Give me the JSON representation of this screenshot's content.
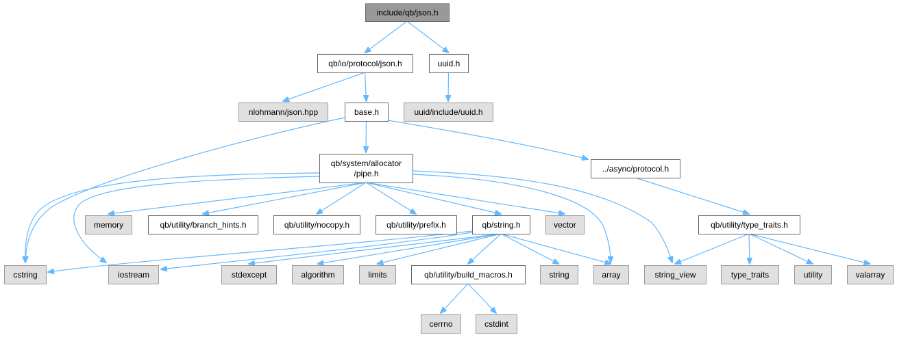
{
  "colors": {
    "root_fill": "#999999",
    "local_fill": "#ffffff",
    "external_fill": "#e0e0e0",
    "border": "#666666",
    "external_border": "#999999",
    "edge": "#63b8ff"
  },
  "nodes": {
    "root": {
      "label": "include/qb/json.h",
      "kind": "root"
    },
    "io_json": {
      "label": "qb/io/protocol/json.h",
      "kind": "local"
    },
    "uuid": {
      "label": "uuid.h",
      "kind": "local"
    },
    "nlohmann": {
      "label": "nlohmann/json.hpp",
      "kind": "external"
    },
    "base": {
      "label": "base.h",
      "kind": "local"
    },
    "uuid_inc": {
      "label": "uuid/include/uuid.h",
      "kind": "external"
    },
    "pipe": {
      "label": "qb/system/allocator\n/pipe.h",
      "kind": "local"
    },
    "async_proto": {
      "label": "../async/protocol.h",
      "kind": "local"
    },
    "memory": {
      "label": "memory",
      "kind": "external"
    },
    "branch_hints": {
      "label": "qb/utility/branch_hints.h",
      "kind": "local"
    },
    "nocopy": {
      "label": "qb/utility/nocopy.h",
      "kind": "local"
    },
    "prefix": {
      "label": "qb/utility/prefix.h",
      "kind": "local"
    },
    "qbstring": {
      "label": "qb/string.h",
      "kind": "local"
    },
    "vector": {
      "label": "vector",
      "kind": "external"
    },
    "type_traits_h": {
      "label": "qb/utility/type_traits.h",
      "kind": "local"
    },
    "cstring": {
      "label": "cstring",
      "kind": "external"
    },
    "iostream": {
      "label": "iostream",
      "kind": "external"
    },
    "stdexcept": {
      "label": "stdexcept",
      "kind": "external"
    },
    "algorithm": {
      "label": "algorithm",
      "kind": "external"
    },
    "limits": {
      "label": "limits",
      "kind": "external"
    },
    "build_macros": {
      "label": "qb/utility/build_macros.h",
      "kind": "local"
    },
    "string": {
      "label": "string",
      "kind": "external"
    },
    "array": {
      "label": "array",
      "kind": "external"
    },
    "string_view": {
      "label": "string_view",
      "kind": "external"
    },
    "type_traits": {
      "label": "type_traits",
      "kind": "external"
    },
    "utility": {
      "label": "utility",
      "kind": "external"
    },
    "valarray": {
      "label": "valarray",
      "kind": "external"
    },
    "cerrno": {
      "label": "cerrno",
      "kind": "external"
    },
    "cstdint": {
      "label": "cstdint",
      "kind": "external"
    }
  },
  "edges": [
    [
      "root",
      "io_json"
    ],
    [
      "root",
      "uuid"
    ],
    [
      "io_json",
      "nlohmann"
    ],
    [
      "io_json",
      "base"
    ],
    [
      "uuid",
      "uuid_inc"
    ],
    [
      "base",
      "pipe"
    ],
    [
      "base",
      "async_proto"
    ],
    [
      "base",
      "cstring"
    ],
    [
      "pipe",
      "memory"
    ],
    [
      "pipe",
      "branch_hints"
    ],
    [
      "pipe",
      "nocopy"
    ],
    [
      "pipe",
      "prefix"
    ],
    [
      "pipe",
      "qbstring"
    ],
    [
      "pipe",
      "vector"
    ],
    [
      "pipe",
      "array"
    ],
    [
      "pipe",
      "string_view"
    ],
    [
      "pipe",
      "cstring"
    ],
    [
      "pipe",
      "iostream"
    ],
    [
      "async_proto",
      "type_traits_h"
    ],
    [
      "qbstring",
      "cstring"
    ],
    [
      "qbstring",
      "iostream"
    ],
    [
      "qbstring",
      "stdexcept"
    ],
    [
      "qbstring",
      "algorithm"
    ],
    [
      "qbstring",
      "limits"
    ],
    [
      "qbstring",
      "build_macros"
    ],
    [
      "qbstring",
      "string"
    ],
    [
      "qbstring",
      "array"
    ],
    [
      "type_traits_h",
      "string_view"
    ],
    [
      "type_traits_h",
      "type_traits"
    ],
    [
      "type_traits_h",
      "utility"
    ],
    [
      "type_traits_h",
      "valarray"
    ],
    [
      "build_macros",
      "cerrno"
    ],
    [
      "build_macros",
      "cstdint"
    ]
  ]
}
